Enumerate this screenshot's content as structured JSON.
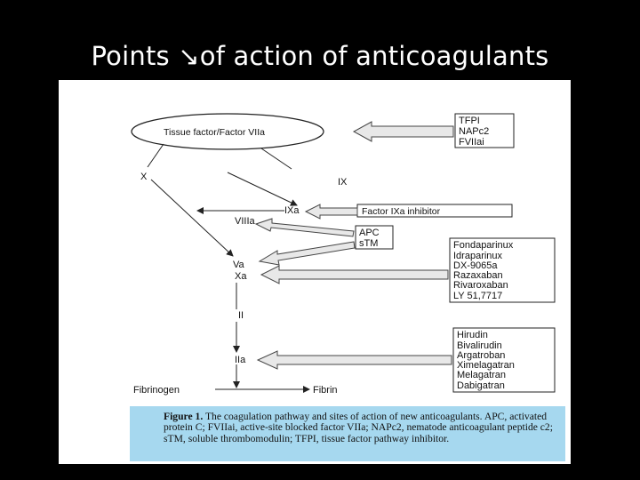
{
  "slide": {
    "title": "Points ↘of action of anticoagulants"
  },
  "diagram": {
    "ellipse_label": "Tissue factor/Factor VIIa",
    "nodes": {
      "x": "X",
      "ix": "IX",
      "ixa": "IXa",
      "viiia": "VIIIa",
      "va": "Va",
      "xa": "Xa",
      "ii": "II",
      "iia": "IIa",
      "fibrinogen": "Fibrinogen",
      "fibrin": "Fibrin"
    },
    "inhibitors": {
      "tfpi_group": [
        "TFPI",
        "NAPc2",
        "FVIIai"
      ],
      "factor_ixa": "Factor IXa inhibitor",
      "apc_group": [
        "APC",
        "sTM"
      ],
      "xa_group": [
        "Fondaparinux",
        "Idraparinux",
        "DX-9065a",
        "Razaxaban",
        "Rivaroxaban",
        "LY 51,7717"
      ],
      "iia_group": [
        "Hirudin",
        "Bivalirudin",
        "Argatroban",
        "Ximelagatran",
        "Melagatran",
        "Dabigatran"
      ]
    },
    "caption": {
      "label": "Figure 1.",
      "text": "The coagulation pathway and sites of action of new anticoagulants. APC, activated protein C; FVIIai, active-site blocked factor VIIa; NAPc2, nematode anticoagulant peptide c2; sTM, soluble thrombomodulin; TFPI, tissue factor pathway inhibitor."
    }
  }
}
